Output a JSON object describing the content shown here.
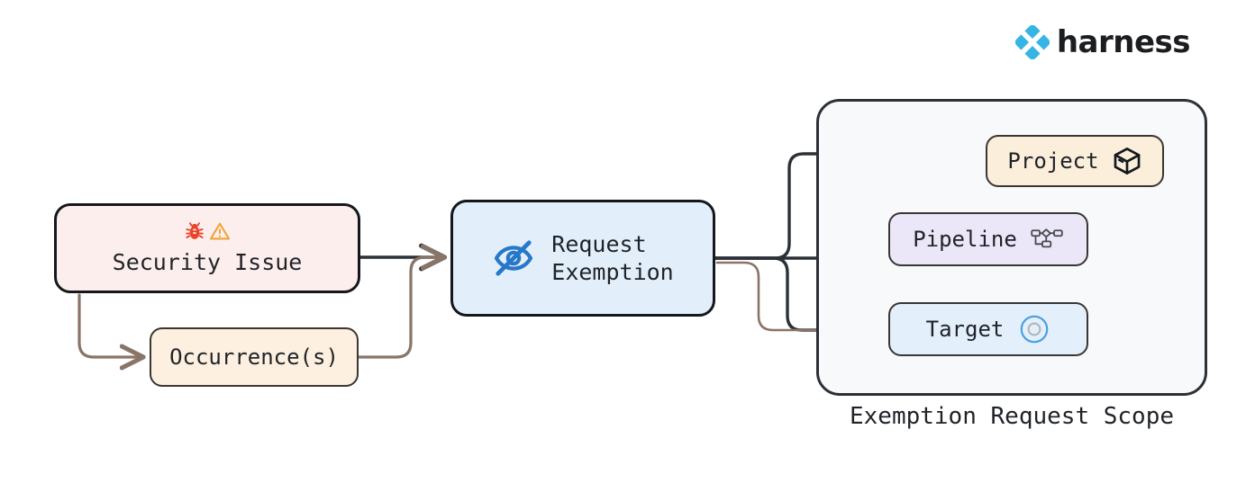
{
  "brand": {
    "name": "harness",
    "logo_icon": "harness-diamond-logo",
    "accent_color": "#36B5E5"
  },
  "diagram": {
    "type": "flowchart",
    "direction": "left-to-right",
    "nodes": [
      {
        "id": "security-issue",
        "label": "Security Issue",
        "icons": [
          "bug-icon",
          "warning-triangle-icon"
        ],
        "icon_glyphs": [
          "🐞",
          "⚠️"
        ],
        "fill": "#fdeeee",
        "stroke": "#14181c"
      },
      {
        "id": "occurrences",
        "label": "Occurrence(s)",
        "fill": "#fdf0e0",
        "stroke": "#3a3632"
      },
      {
        "id": "request-exemption",
        "label": "Request\nExemption",
        "icons": [
          "eye-off-icon"
        ],
        "fill": "#e2effb",
        "stroke": "#14181c",
        "icon_color": "#2878c8"
      },
      {
        "id": "project",
        "label": "Project",
        "icons": [
          "cube-icon"
        ],
        "fill": "#fbeedb",
        "stroke": "#3a3632"
      },
      {
        "id": "pipeline",
        "label": "Pipeline",
        "icons": [
          "pipeline-nodes-icon"
        ],
        "fill": "#ece7f8",
        "stroke": "#3a3632"
      },
      {
        "id": "target",
        "label": "Target",
        "icons": [
          "target-circle-icon"
        ],
        "fill": "#e3f0fb",
        "stroke": "#3a3632",
        "icon_color": "#4a9fe0"
      }
    ],
    "subgraph": {
      "id": "exemption-request-scope",
      "label": "Exemption Request Scope",
      "fill": "#f7f9fa",
      "stroke": "#2b3137",
      "members": [
        "project",
        "pipeline",
        "target"
      ]
    },
    "edges": [
      {
        "from": "security-issue",
        "to": "request-exemption",
        "color": "#2b3137"
      },
      {
        "from": "security-issue",
        "to": "occurrences",
        "color": "#8a7468"
      },
      {
        "from": "occurrences",
        "to": "request-exemption",
        "color": "#8a7468"
      },
      {
        "from": "request-exemption",
        "to": "project",
        "color": "#2b3137"
      },
      {
        "from": "request-exemption",
        "to": "pipeline",
        "color": "#2b3137"
      },
      {
        "from": "request-exemption",
        "to": "target",
        "color": "#2b3137"
      },
      {
        "from": "occurrences",
        "to": "target",
        "color": "#8a7468"
      },
      {
        "from": "project",
        "to": "pipeline",
        "color": "#2b3137"
      },
      {
        "from": "project",
        "to": "target",
        "color": "#2b3137"
      }
    ]
  }
}
